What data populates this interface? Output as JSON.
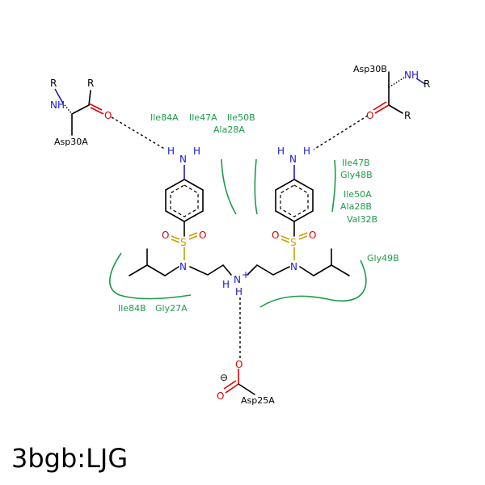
{
  "title": "3bgb:LJG",
  "atoms": {
    "n": "N",
    "h": "H",
    "o": "O",
    "s": "S",
    "r": "R",
    "charge_minus": "⊖",
    "charge_plus": "+"
  },
  "residues": {
    "asp30a": "Asp30A",
    "asp30b": "Asp30B",
    "asp25a": "Asp25A",
    "ile84a_top": "Ile84A",
    "ile47a": "Ile47A",
    "ile50b_top": "Ile50B",
    "ala28a": "Ala28A",
    "ile47b": "Ile47B",
    "gly48b": "Gly48B",
    "ile50a": "Ile50A",
    "ala28b": "Ala28B",
    "val32b": "Val32B",
    "gly49b": "Gly49B",
    "ile84b": "Ile84B",
    "gly27a": "Gly27A"
  },
  "colors": {
    "hydrophobic": "#1f9a4a",
    "nitrogen": "#1a1acc",
    "oxygen": "#dd0000",
    "sulfur": "#c8a000"
  }
}
